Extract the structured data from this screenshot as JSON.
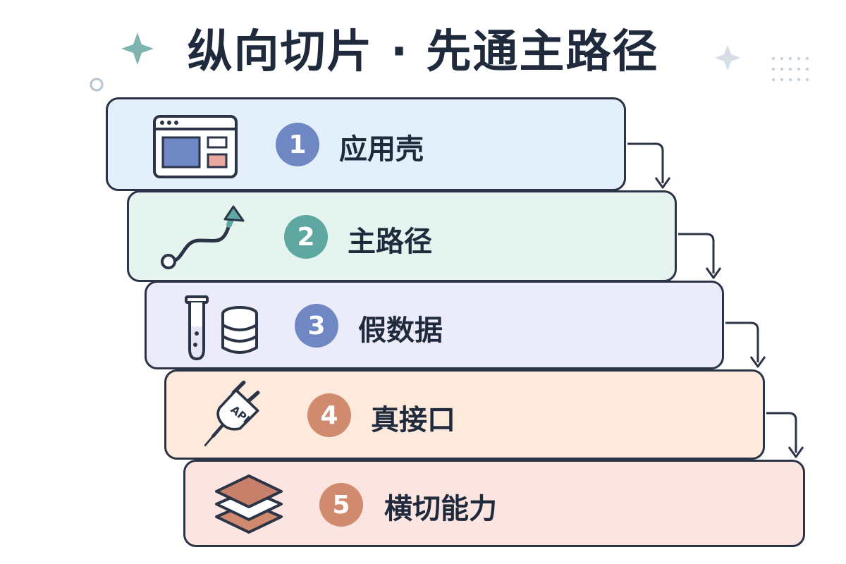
{
  "title": "纵向切片 · 先通主路径",
  "steps": [
    {
      "number": "1",
      "label": "应用壳",
      "icon": "app-window-icon",
      "fill": "#e3f0fb",
      "badge_color": "#6f88c4"
    },
    {
      "number": "2",
      "label": "主路径",
      "icon": "path-arrow-icon",
      "fill": "#e5f4ee",
      "badge_color": "#5fa8a2"
    },
    {
      "number": "3",
      "label": "假数据",
      "icon": "test-tube-database-icon",
      "fill": "#ecebfa",
      "badge_color": "#6f88c4"
    },
    {
      "number": "4",
      "label": "真接口",
      "icon": "api-plug-icon",
      "fill": "#fdeadc",
      "badge_color": "#d08a6e"
    },
    {
      "number": "5",
      "label": "横切能力",
      "icon": "layers-icon",
      "fill": "#fce4e0",
      "badge_color": "#d08a6e"
    }
  ],
  "colors": {
    "outline": "#2a3446",
    "text": "#1f2a3d",
    "sparkle": "#7fb3b0"
  }
}
